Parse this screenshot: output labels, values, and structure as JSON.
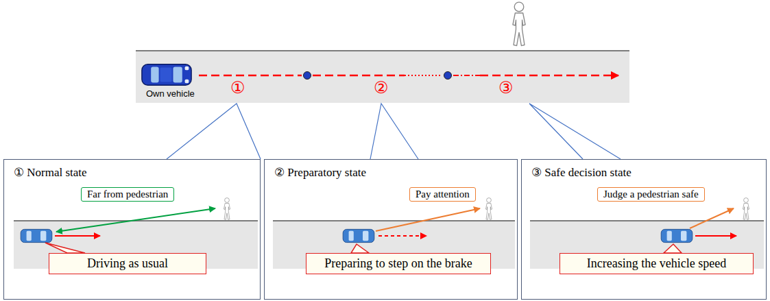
{
  "diagram": {
    "nodes": [
      {
        "text": [
          "① Normal state"
        ]
      },
      {
        "text": [
          "Far from pedestrian"
        ],
        "in": 0
      },
      {
        "text": [
          "Driving as usual"
        ],
        "in": 0
      },
      {
        "text": [
          "② Preparatory state"
        ]
      },
      {
        "text": [
          "Pay attention"
        ],
        "in": 3
      },
      {
        "text": [
          "Preparing to step on the brake"
        ],
        "in": 3
      },
      {
        "text": [
          "③ Safe decision state"
        ]
      },
      {
        "text": [
          "Judge a pedestrian safe"
        ],
        "in": 6
      },
      {
        "text": [
          "Increasing the vehicle speed"
        ],
        "in": 6
      }
    ],
    "labels": [
      "Own vehicle",
      "①",
      "②",
      "③"
    ]
  }
}
